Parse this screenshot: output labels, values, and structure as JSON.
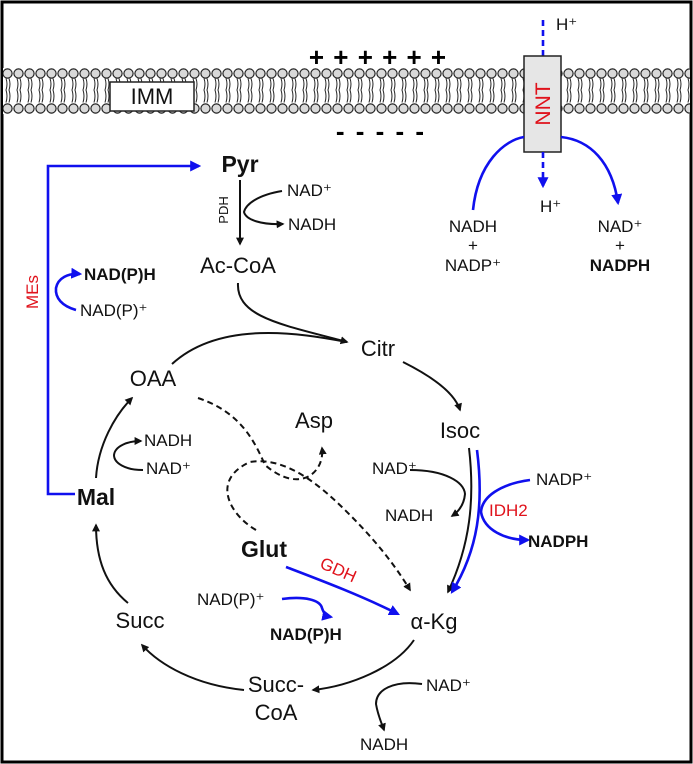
{
  "colors": {
    "pathway": "#111111",
    "blue_arrow": "#1010ee",
    "enzyme": "#e0121b",
    "membrane_fill": "#d9d9d9"
  },
  "membrane": {
    "label": "IMM",
    "charge_positive": "+ + + + + +",
    "charge_negative": "- - - - -"
  },
  "nnt": {
    "label": "NNT",
    "proton_out": "H⁺",
    "proton_in": "H⁺",
    "substrate_1": "NADH",
    "plus_1": "+",
    "substrate_2": "NADP⁺",
    "product_1": "NAD⁺",
    "plus_2": "+",
    "product_2": "NADPH"
  },
  "metabolites": {
    "pyr": "Pyr",
    "accoa": "Ac-CoA",
    "citr": "Citr",
    "isoc": "Isoc",
    "akg": "α-Kg",
    "succcoa_1": "Succ-",
    "succcoa_2": "CoA",
    "succ": "Succ",
    "mal": "Mal",
    "oaa": "OAA",
    "asp": "Asp",
    "glut": "Glut"
  },
  "enzymes": {
    "pdh": "PDH",
    "mes": "MEs",
    "idh2": "IDH2",
    "gdh": "GDH"
  },
  "cofactors": {
    "pdh_in": "NAD⁺",
    "pdh_out": "NADH",
    "mes_out": "NAD(P)H",
    "mes_in": "NAD(P)⁺",
    "isoc_in": "NAD⁺",
    "isoc_out": "NADH",
    "idh2_in": "NADP⁺",
    "idh2_out": "NADPH",
    "mal_out": "NADH",
    "mal_in": "NAD⁺",
    "gdh_in": "NAD(P)⁺",
    "gdh_out": "NAD(P)H",
    "akg_in": "NAD⁺",
    "akg_out": "NADH"
  }
}
